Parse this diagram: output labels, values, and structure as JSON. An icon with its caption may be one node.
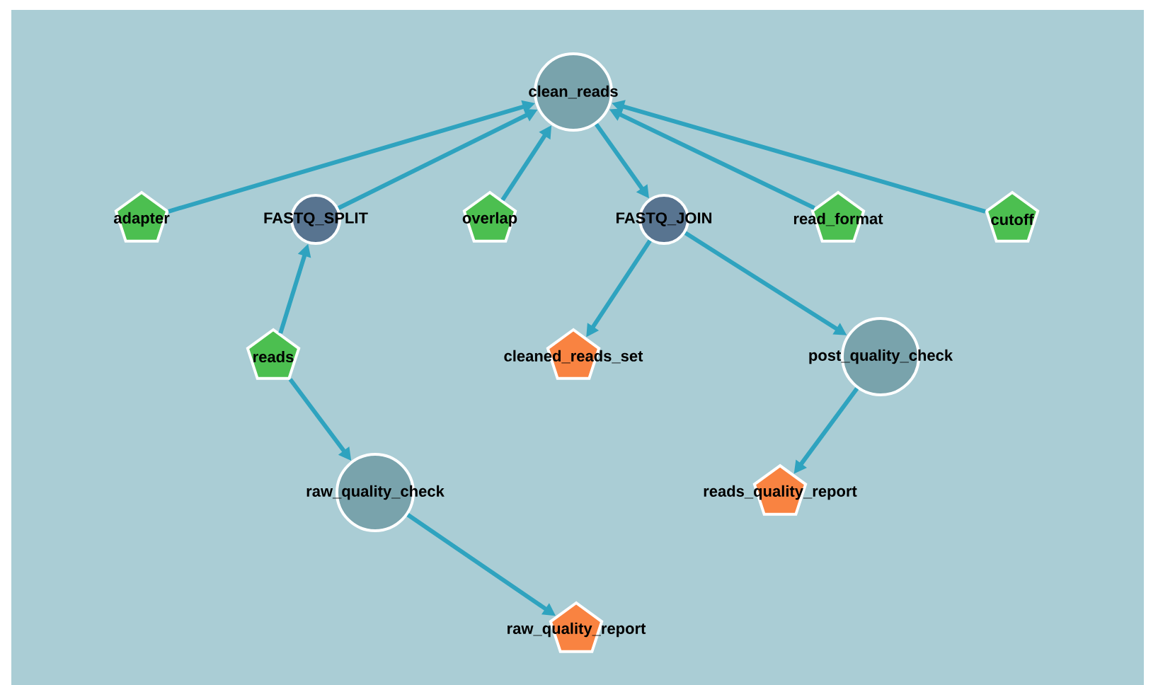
{
  "diagram": {
    "nodes": [
      {
        "text": [
          "clean_reads"
        ]
      },
      {
        "text": [
          "adapter"
        ]
      },
      {
        "text": [
          "FASTQ_SPLIT"
        ]
      },
      {
        "text": [
          "overlap"
        ]
      },
      {
        "text": [
          "FASTQ_JOIN"
        ]
      },
      {
        "text": [
          "read_format"
        ]
      },
      {
        "text": [
          "cutoff"
        ]
      },
      {
        "text": [
          "reads"
        ]
      },
      {
        "text": [
          "cleaned_reads_set"
        ]
      },
      {
        "text": [
          "post_quality_check"
        ]
      },
      {
        "text": [
          "raw_quality_check"
        ]
      },
      {
        "text": [
          "reads_quality_report"
        ]
      },
      {
        "text": [
          "raw_quality_report"
        ]
      }
    ],
    "edges": [
      {
        "from": 1,
        "to": 0,
        "arrow": "to"
      },
      {
        "from": 2,
        "to": 0,
        "arrow": "to"
      },
      {
        "from": 3,
        "to": 0,
        "arrow": "to"
      },
      {
        "from": 0,
        "to": 4,
        "arrow": "to"
      },
      {
        "from": 5,
        "to": 0,
        "arrow": "to"
      },
      {
        "from": 6,
        "to": 0,
        "arrow": "to"
      },
      {
        "from": 7,
        "to": 2,
        "arrow": "to"
      },
      {
        "from": 7,
        "to": 10,
        "arrow": "to"
      },
      {
        "from": 4,
        "to": 8,
        "arrow": "to"
      },
      {
        "from": 4,
        "to": 9,
        "arrow": "to"
      },
      {
        "from": 9,
        "to": 11,
        "arrow": "to"
      },
      {
        "from": 10,
        "to": 12,
        "arrow": "to"
      }
    ]
  }
}
